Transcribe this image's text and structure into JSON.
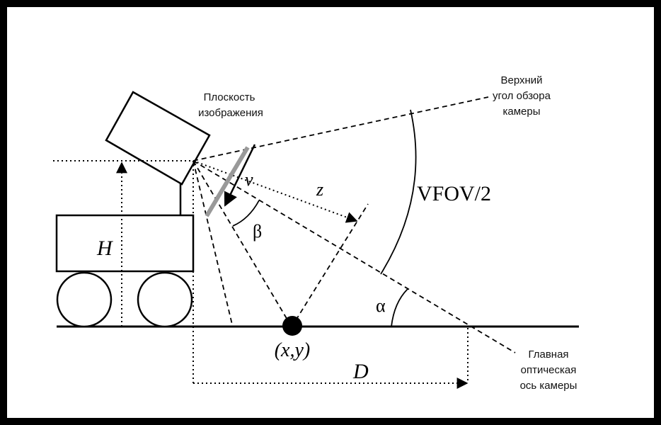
{
  "labels": {
    "image_plane": [
      "Плоскость",
      "изображения"
    ],
    "upper_fov": [
      "Верхний",
      "угол обзора",
      "камеры"
    ],
    "optical_axis": [
      "Главная",
      "оптическая",
      "ось камеры"
    ],
    "vfov": "VFOV/2",
    "v": "v",
    "z": "z",
    "beta": "β",
    "alpha": "α",
    "H": "H",
    "D": "D",
    "point": "(x,y)"
  },
  "colors": {
    "line": "#000000",
    "image_plane_bar": "#999999",
    "background": "#ffffff"
  }
}
